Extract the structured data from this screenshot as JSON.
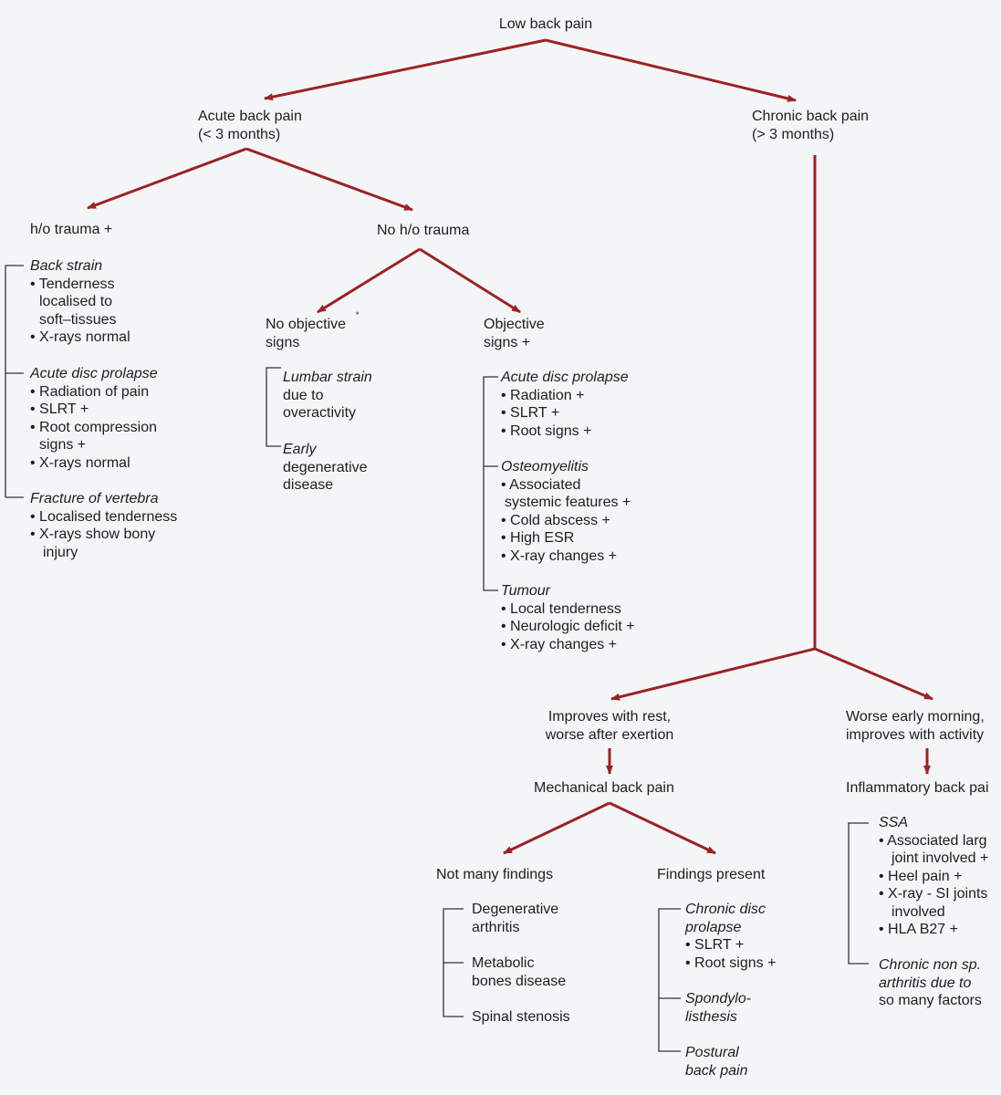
{
  "diagram": {
    "root": "Low back pain",
    "acute": [
      "Acute back pain",
      "(< 3 months)"
    ],
    "chronic": [
      "Chronic back pain",
      "(> 3 months)"
    ],
    "trauma": {
      "title": "h/o trauma +",
      "groups": [
        {
          "name": "Back strain",
          "items": [
            "• Tenderness",
            "localised to",
            "soft–tissues",
            "• X-rays normal"
          ]
        },
        {
          "name": "Acute disc prolapse",
          "items": [
            "• Radiation of pain",
            "• SLRT +",
            "• Root compression",
            "signs +",
            "• X-rays normal"
          ]
        },
        {
          "name": "Fracture of vertebra",
          "items": [
            "• Localised tenderness",
            "• X-rays show bony",
            "injury"
          ]
        }
      ]
    },
    "no_trauma": {
      "title": "No h/o trauma",
      "no_objective": {
        "title": [
          "No objective",
          "signs"
        ],
        "groups": [
          {
            "lines": [
              "Lumbar strain",
              "due to",
              "overactivity"
            ]
          },
          {
            "lines": [
              "Early",
              "degenerative",
              "disease"
            ]
          }
        ]
      },
      "objective": {
        "title": [
          "Objective",
          "signs +"
        ],
        "groups": [
          {
            "name": "Acute disc prolapse",
            "items": [
              "• Radiation +",
              "• SLRT +",
              "• Root signs +"
            ]
          },
          {
            "name": "Osteomyelitis",
            "items": [
              "• Associated",
              "systemic features +",
              "• Cold abscess +",
              "• High ESR",
              "• X-ray changes +"
            ]
          },
          {
            "name": "Tumour",
            "items": [
              "• Local tenderness",
              "• Neurologic deficit +",
              "• X-ray changes +"
            ]
          }
        ]
      }
    },
    "mechanical": {
      "condition": [
        "Improves with rest,",
        "worse after exertion"
      ],
      "title": "Mechanical back pain",
      "not_many": {
        "title": "Not many findings",
        "items": [
          [
            "Degenerative",
            "arthritis"
          ],
          [
            "Metabolic",
            "bones disease"
          ],
          [
            "Spinal stenosis"
          ]
        ]
      },
      "findings": {
        "title": "Findings present",
        "groups": [
          {
            "name": [
              "Chronic disc",
              "prolapse"
            ],
            "items": [
              "• SLRT +",
              "• Root signs +"
            ]
          },
          {
            "name": [
              "Spondylo-",
              "listhesis"
            ],
            "items": []
          },
          {
            "name": [
              "Postural",
              "back pain"
            ],
            "items": []
          }
        ]
      }
    },
    "inflammatory": {
      "condition": [
        "Worse early morning,",
        "improves with activity"
      ],
      "title": "Inflammatory back pai",
      "groups": [
        {
          "name": [
            "SSA"
          ],
          "items": [
            "• Associated larg",
            "joint involved +",
            "• Heel pain +",
            "• X-ray - SI joints",
            "involved",
            "• HLA B27 +"
          ]
        },
        {
          "name": [
            "Chronic non sp.",
            "arthritis due to"
          ],
          "plain": [
            "so many factors"
          ]
        }
      ]
    },
    "colors": {
      "arrow": "#9b2226",
      "line": "#333333",
      "text": "#1e1e1e",
      "background": "#f4f5f7"
    }
  }
}
